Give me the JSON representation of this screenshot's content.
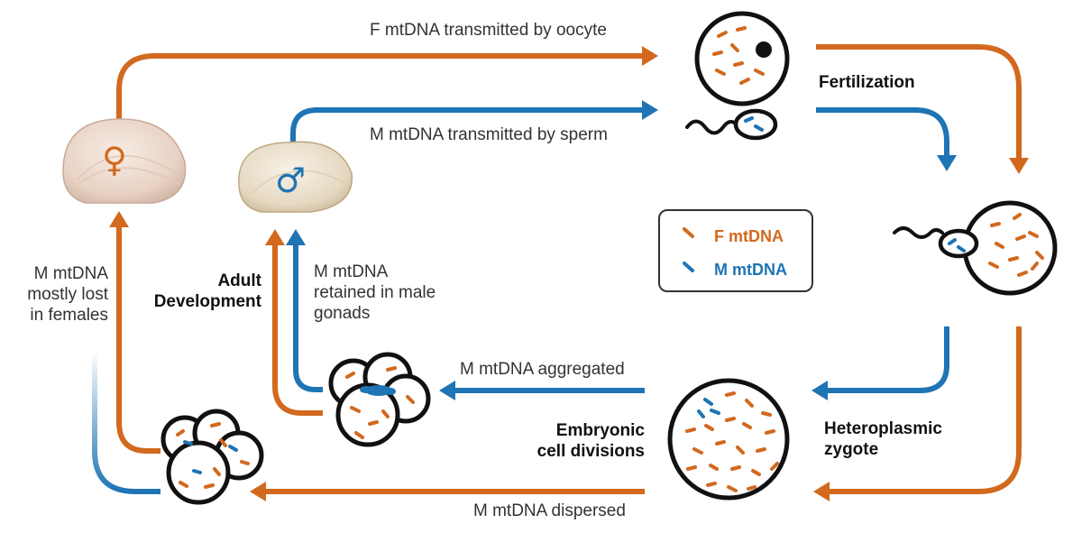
{
  "colors": {
    "female": "#D2691E",
    "male": "#1E74B4",
    "outline": "#111111",
    "text": "#333333"
  },
  "symbols": {
    "female": "♀",
    "male": "♂"
  },
  "labels": {
    "f_transmitted": "F mtDNA transmitted by oocyte",
    "m_transmitted": "M mtDNA transmitted by sperm",
    "fertilization": "Fertilization",
    "m_lost": "M mtDNA mostly lost in females",
    "adult_development": "Adult Development",
    "m_retained": "M mtDNA retained in male gonads",
    "m_aggregated": "M mtDNA aggregated",
    "embryonic": "Embryonic cell divisions",
    "heteroplasmic": "Heteroplasmic zygote",
    "m_dispersed": "M mtDNA dispersed"
  },
  "legend": {
    "f": "F mtDNA",
    "m": "M mtDNA"
  }
}
